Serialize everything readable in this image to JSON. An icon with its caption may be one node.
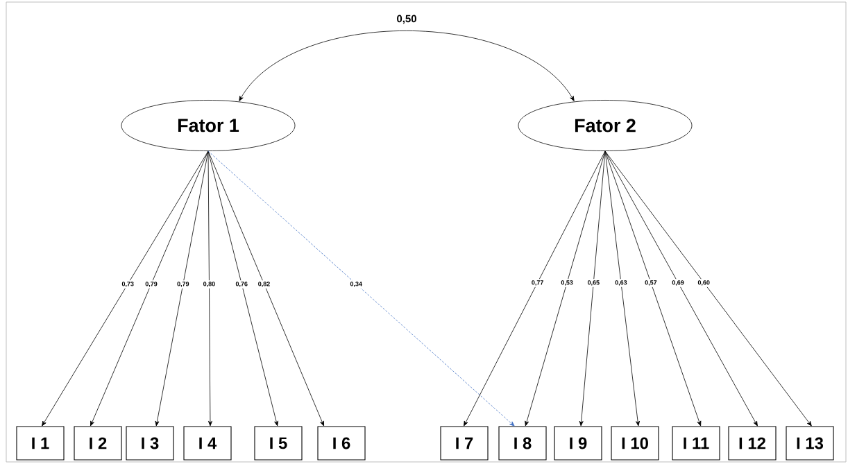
{
  "diagram": {
    "nodes": [
      {
        "text": [
          "Fator 1"
        ]
      },
      {
        "text": [
          "Fator 2"
        ]
      },
      {
        "text": [
          "I 1"
        ]
      },
      {
        "text": [
          "I 2"
        ]
      },
      {
        "text": [
          "I 3"
        ]
      },
      {
        "text": [
          "I 4"
        ]
      },
      {
        "text": [
          "I 5"
        ]
      },
      {
        "text": [
          "I 6"
        ]
      },
      {
        "text": [
          "I 7"
        ]
      },
      {
        "text": [
          "I 8"
        ]
      },
      {
        "text": [
          "I 9"
        ]
      },
      {
        "text": [
          "I 10"
        ]
      },
      {
        "text": [
          "I 11"
        ]
      },
      {
        "text": [
          "I 12"
        ]
      },
      {
        "text": [
          "I 13"
        ]
      }
    ],
    "edges": [
      {
        "from": 0,
        "to": 1,
        "arrow": "both",
        "label": "0,50"
      },
      {
        "from": 0,
        "to": 2,
        "arrow": "to",
        "label": "0,73"
      },
      {
        "from": 0,
        "to": 3,
        "arrow": "to",
        "label": "0,79"
      },
      {
        "from": 0,
        "to": 4,
        "arrow": "to",
        "label": "0,79"
      },
      {
        "from": 0,
        "to": 5,
        "arrow": "to",
        "label": "0,80"
      },
      {
        "from": 0,
        "to": 6,
        "arrow": "to",
        "label": "0,76"
      },
      {
        "from": 0,
        "to": 7,
        "arrow": "to",
        "label": "0,82"
      },
      {
        "from": 0,
        "to": 9,
        "arrow": "to",
        "label": "0,34",
        "style": "dashed",
        "color": "#4472c4"
      },
      {
        "from": 1,
        "to": 8,
        "arrow": "to",
        "label": "0,77"
      },
      {
        "from": 1,
        "to": 9,
        "arrow": "to",
        "label": "0,53"
      },
      {
        "from": 1,
        "to": 10,
        "arrow": "to",
        "label": "0,65"
      },
      {
        "from": 1,
        "to": 11,
        "arrow": "to",
        "label": "0,63"
      },
      {
        "from": 1,
        "to": 12,
        "arrow": "to",
        "label": "0,57"
      },
      {
        "from": 1,
        "to": 13,
        "arrow": "to",
        "label": "0,69"
      },
      {
        "from": 1,
        "to": 14,
        "arrow": "to",
        "label": "0,60"
      }
    ]
  }
}
